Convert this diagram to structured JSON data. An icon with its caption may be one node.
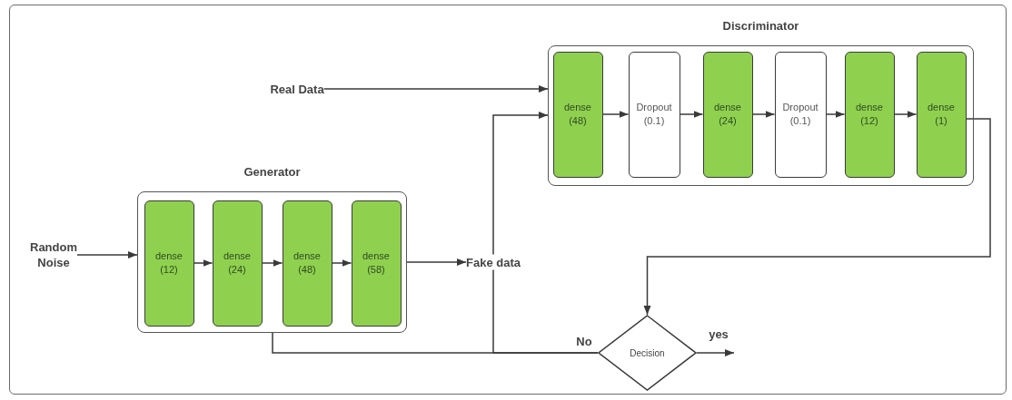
{
  "diagram": {
    "nodes": [
      {
        "text": [
          "Random Noise"
        ]
      },
      {
        "text": [
          "Generator"
        ]
      },
      {
        "text": [
          "dense (12)"
        ],
        "in": 1
      },
      {
        "text": [
          "dense (24)"
        ],
        "in": 1
      },
      {
        "text": [
          "dense (48)"
        ],
        "in": 1
      },
      {
        "text": [
          "dense (58)"
        ],
        "in": 1
      },
      {
        "text": [
          "Fake data"
        ]
      },
      {
        "text": [
          "Real Data"
        ]
      },
      {
        "text": [
          "Discriminator"
        ]
      },
      {
        "text": [
          "dense (48)"
        ],
        "in": 8
      },
      {
        "text": [
          "Dropout (0.1)"
        ],
        "in": 8
      },
      {
        "text": [
          "dense (24)"
        ],
        "in": 8
      },
      {
        "text": [
          "Dropout (0.1)"
        ],
        "in": 8
      },
      {
        "text": [
          "dense (12)"
        ],
        "in": 8
      },
      {
        "text": [
          "dense (1)"
        ],
        "in": 8
      },
      {
        "text": [
          "Decision"
        ]
      }
    ],
    "edges": [
      {
        "from": 0,
        "to": 1,
        "arrow": "to"
      },
      {
        "from": 2,
        "to": 3,
        "arrow": "to"
      },
      {
        "from": 3,
        "to": 4,
        "arrow": "to"
      },
      {
        "from": 4,
        "to": 5,
        "arrow": "to"
      },
      {
        "from": 1,
        "to": 6,
        "arrow": "to"
      },
      {
        "from": 6,
        "to": 8,
        "arrow": "to"
      },
      {
        "from": 7,
        "to": 8,
        "arrow": "to"
      },
      {
        "from": 9,
        "to": 10,
        "arrow": "to"
      },
      {
        "from": 10,
        "to": 11,
        "arrow": "to"
      },
      {
        "from": 11,
        "to": 12,
        "arrow": "to"
      },
      {
        "from": 12,
        "to": 13,
        "arrow": "to"
      },
      {
        "from": 13,
        "to": 14,
        "arrow": "to"
      },
      {
        "from": 14,
        "to": 15,
        "arrow": "to"
      },
      {
        "from": 15,
        "to": 1,
        "arrow": "none",
        "label": "No"
      },
      {
        "from": 15,
        "to": 6,
        "arrow": "none"
      },
      {
        "from": 15,
        "to": null,
        "arrow": "to",
        "label": "yes"
      }
    ]
  }
}
